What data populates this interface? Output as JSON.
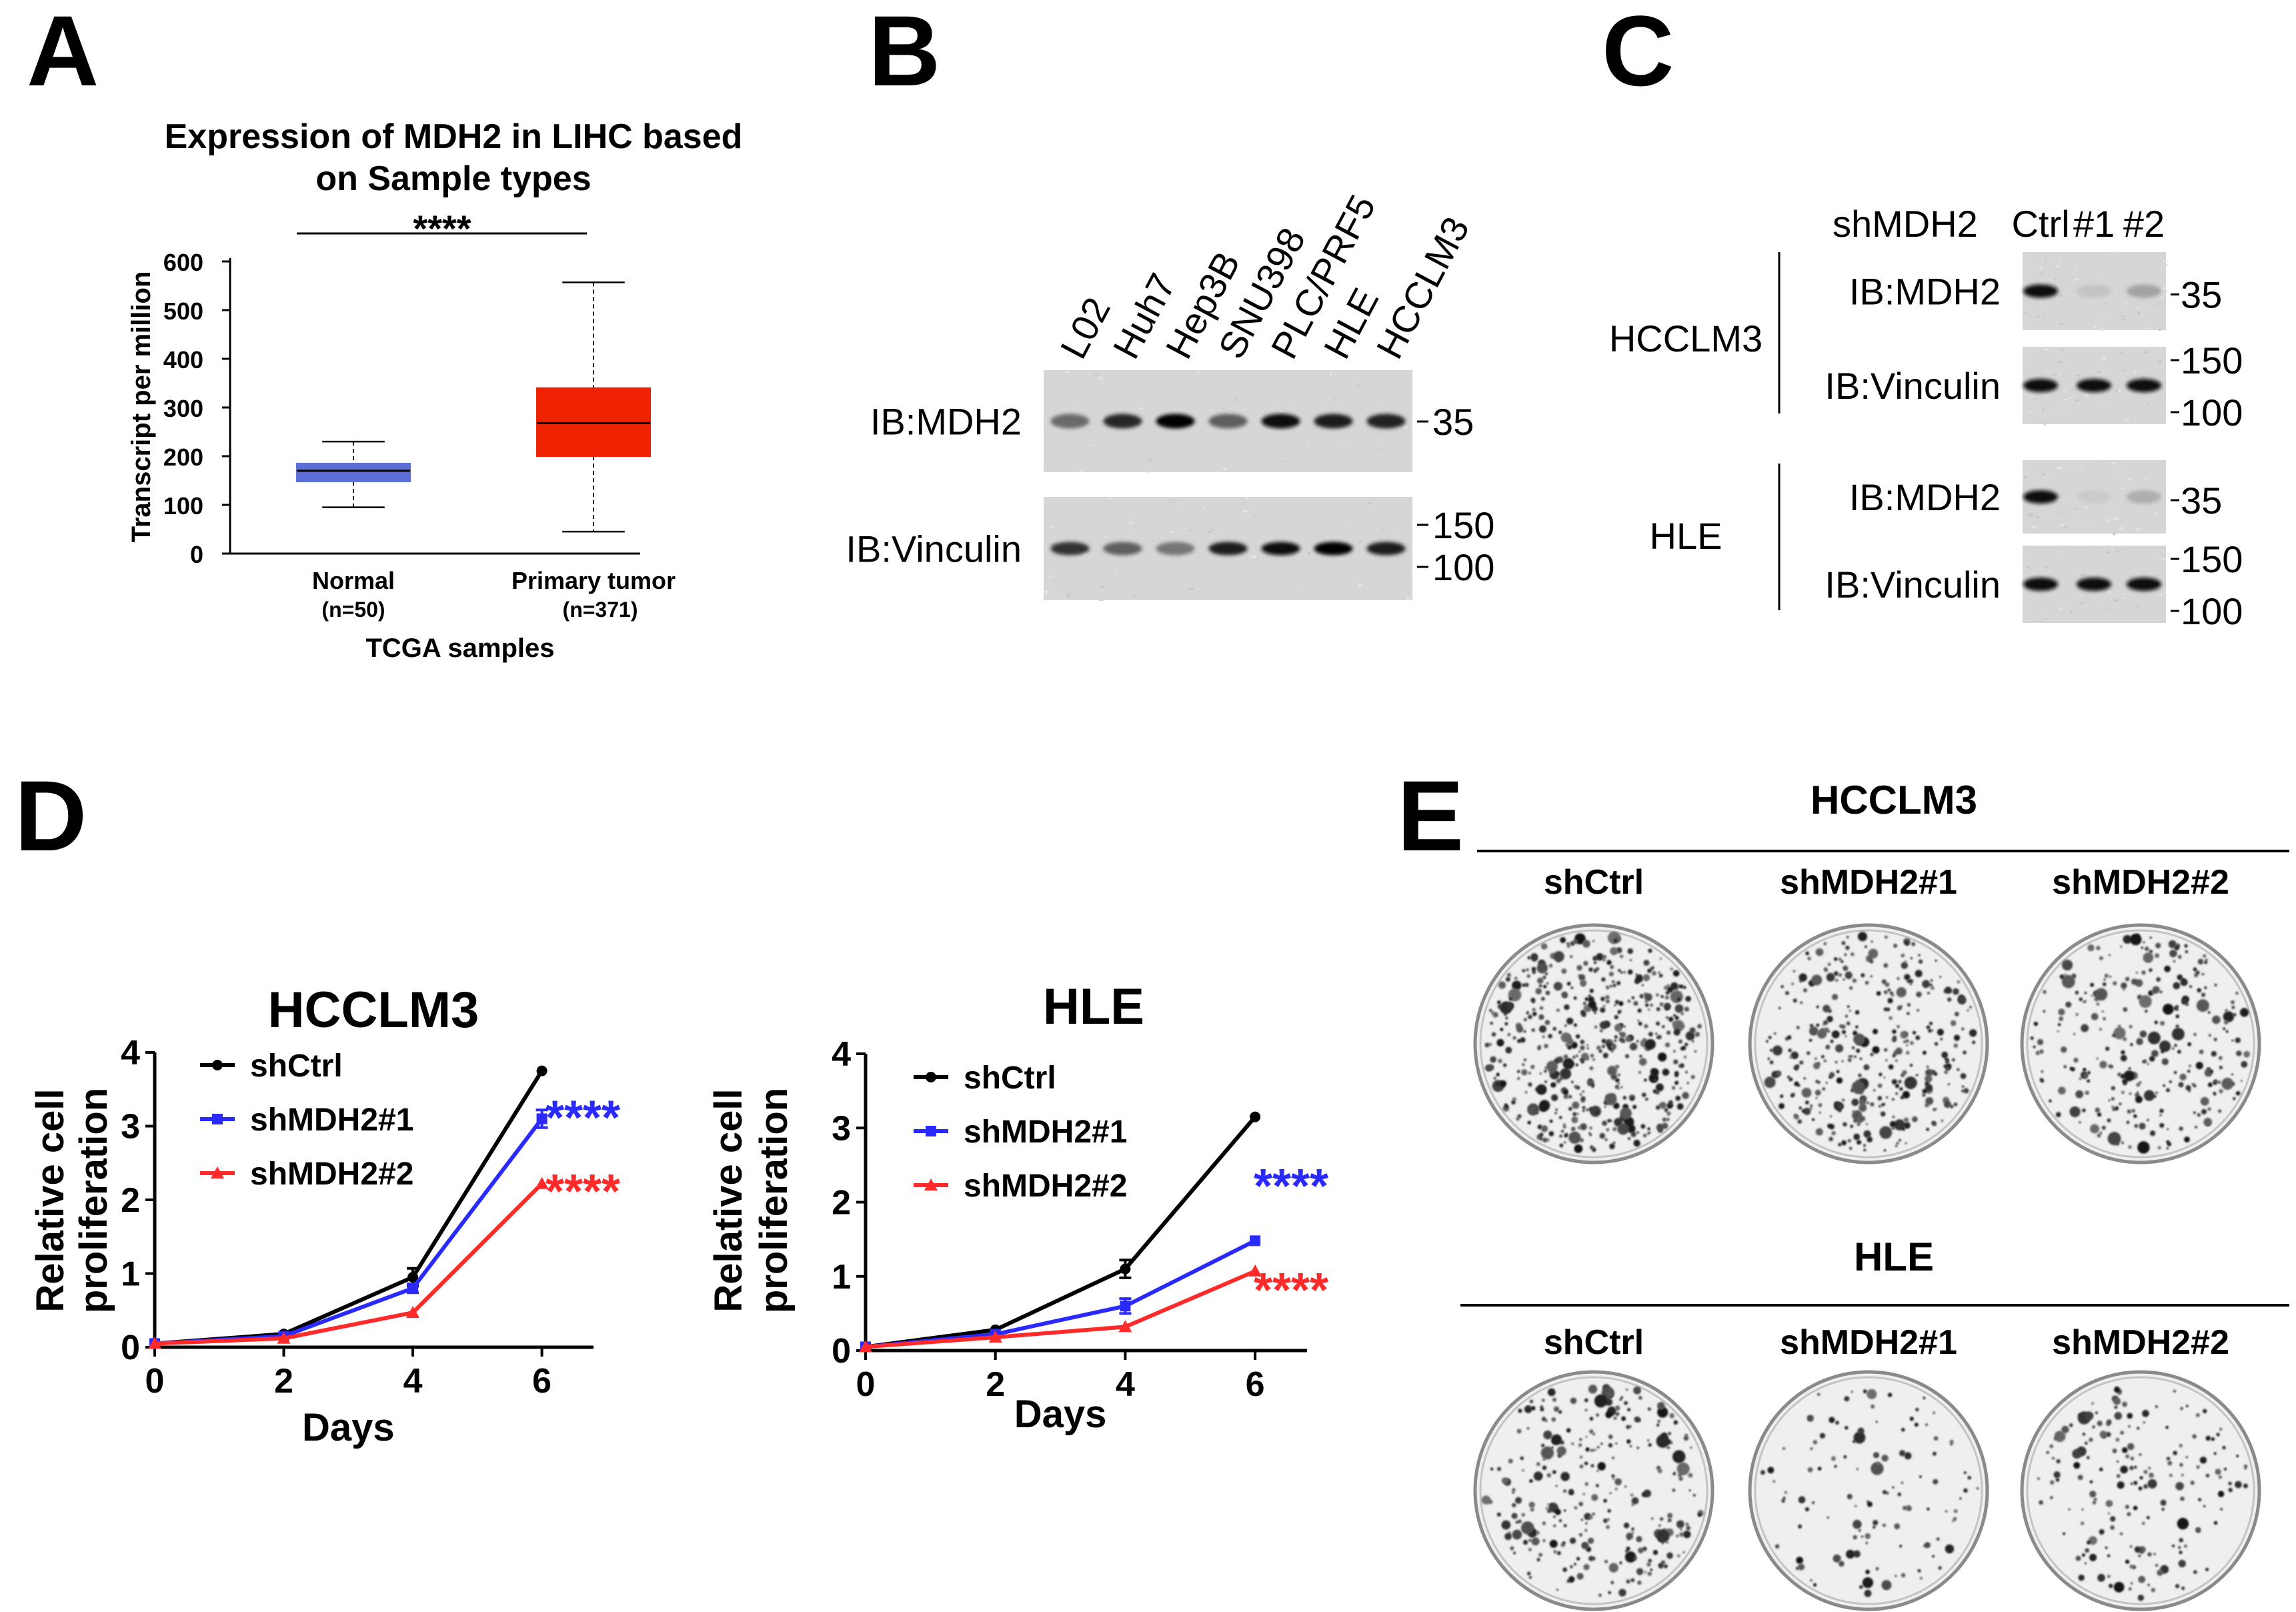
{
  "panels": {
    "A": {
      "letter": "A",
      "title_line1": "Expression of MDH2 in LIHC based",
      "title_line2": "on Sample types",
      "significance": "****",
      "chart_data": {
        "type": "box",
        "ylabel": "Transcript per million",
        "xlabel": "TCGA samples",
        "ylim": [
          0,
          600
        ],
        "yticks": [
          "0",
          "100",
          "200",
          "300",
          "400",
          "500",
          "600"
        ],
        "groups": [
          {
            "name": "Normal",
            "n_label": "(n=50)",
            "color": "#5b6fd6",
            "min": 95,
            "q1": 148,
            "median": 170,
            "q3": 185,
            "max": 230
          },
          {
            "name": "Primary tumor",
            "n_label": "(n=371)",
            "color": "#ee2200",
            "min": 45,
            "q1": 200,
            "median": 268,
            "q3": 340,
            "max": 557
          }
        ]
      }
    },
    "B": {
      "letter": "B",
      "lanes": [
        "L02",
        "Huh7",
        "Hep3B",
        "SNU398",
        "PLC/PRF5",
        "HLE",
        "HCCLM3"
      ],
      "rows": [
        {
          "label": "IB:MDH2",
          "markers": [
            "35"
          ],
          "intensities": [
            0.55,
            0.85,
            1.0,
            0.6,
            0.95,
            0.9,
            0.88
          ]
        },
        {
          "label": "IB:Vinculin",
          "markers": [
            "150",
            "100"
          ],
          "intensities": [
            0.8,
            0.6,
            0.5,
            0.9,
            0.95,
            1.0,
            0.9
          ]
        }
      ]
    },
    "C": {
      "letter": "C",
      "header": "shMDH2",
      "lanes": [
        "Ctrl",
        "#1",
        "#2"
      ],
      "groups": [
        {
          "cell_line": "HCCLM3",
          "rows": [
            {
              "label": "IB:MDH2",
              "markers": [
                "35"
              ],
              "intensities": [
                0.95,
                0.15,
                0.3
              ]
            },
            {
              "label": "IB:Vinculin",
              "markers": [
                "150",
                "100"
              ],
              "intensities": [
                0.95,
                0.95,
                0.95
              ]
            }
          ]
        },
        {
          "cell_line": "HLE",
          "rows": [
            {
              "label": "IB:MDH2",
              "markers": [
                "35"
              ],
              "intensities": [
                0.95,
                0.12,
                0.25
              ]
            },
            {
              "label": "IB:Vinculin",
              "markers": [
                "150",
                "100"
              ],
              "intensities": [
                0.95,
                0.95,
                0.95
              ]
            }
          ]
        }
      ]
    },
    "D": {
      "letter": "D",
      "chart_data": [
        {
          "type": "line",
          "title": "HCCLM3",
          "xlabel": "Days",
          "ylabel": "Relative cell proliferation",
          "ylabel_line1": "Relative cell",
          "ylabel_line2": "proliferation",
          "x": [
            0,
            2,
            4,
            6
          ],
          "xlim": [
            0,
            6.8
          ],
          "ylim": [
            0,
            4
          ],
          "xticks": [
            "0",
            "2",
            "4",
            "6"
          ],
          "yticks": [
            "0",
            "1",
            "2",
            "3",
            "4"
          ],
          "series": [
            {
              "name": "shCtrl",
              "color": "#000000",
              "marker": "circle",
              "values": [
                0.05,
                0.18,
                0.95,
                3.75
              ],
              "errors": [
                0.02,
                0.03,
                0.12,
                0.03
              ]
            },
            {
              "name": "shMDH2#1",
              "color": "#2a2aff",
              "marker": "square",
              "values": [
                0.05,
                0.15,
                0.8,
                3.1
              ],
              "errors": [
                0.02,
                0.03,
                0.06,
                0.12
              ]
            },
            {
              "name": "shMDH2#2",
              "color": "#ff2a2a",
              "marker": "triangle",
              "values": [
                0.05,
                0.12,
                0.47,
                2.22
              ],
              "errors": [
                0.02,
                0.02,
                0.03,
                0.03
              ]
            }
          ],
          "annotations": [
            {
              "text": "****",
              "color": "#2a2aff",
              "y": 3.2
            },
            {
              "text": "****",
              "color": "#ff2a2a",
              "y": 2.2
            }
          ]
        },
        {
          "type": "line",
          "title": "HLE",
          "xlabel": "Days",
          "ylabel": "Relative cell proliferation",
          "ylabel_line1": "Relative cell",
          "ylabel_line2": "proliferation",
          "x": [
            0,
            2,
            4,
            6
          ],
          "xlim": [
            0,
            6.8
          ],
          "ylim": [
            0,
            4
          ],
          "xticks": [
            "0",
            "2",
            "4",
            "6"
          ],
          "yticks": [
            "0",
            "1",
            "2",
            "3",
            "4"
          ],
          "series": [
            {
              "name": "shCtrl",
              "color": "#000000",
              "marker": "circle",
              "values": [
                0.05,
                0.28,
                1.1,
                3.15
              ],
              "errors": [
                0.02,
                0.03,
                0.12,
                0.03
              ]
            },
            {
              "name": "shMDH2#1",
              "color": "#2a2aff",
              "marker": "square",
              "values": [
                0.05,
                0.22,
                0.6,
                1.48
              ],
              "errors": [
                0.02,
                0.03,
                0.1,
                0.04
              ]
            },
            {
              "name": "shMDH2#2",
              "color": "#ff2a2a",
              "marker": "triangle",
              "values": [
                0.05,
                0.18,
                0.32,
                1.07
              ],
              "errors": [
                0.02,
                0.02,
                0.03,
                0.03
              ]
            }
          ],
          "annotations": [
            {
              "text": "****",
              "color": "#2a2aff",
              "y": 2.3
            },
            {
              "text": "****",
              "color": "#ff2a2a",
              "y": 0.9
            }
          ]
        }
      ]
    },
    "E": {
      "letter": "E",
      "groups": [
        {
          "cell_line": "HCCLM3",
          "wells": [
            {
              "label": "shCtrl",
              "density": 1.0
            },
            {
              "label": "shMDH2#1",
              "density": 0.7
            },
            {
              "label": "shMDH2#2",
              "density": 0.55
            }
          ]
        },
        {
          "cell_line": "HLE",
          "wells": [
            {
              "label": "shCtrl",
              "density": 0.55
            },
            {
              "label": "shMDH2#1",
              "density": 0.22
            },
            {
              "label": "shMDH2#2",
              "density": 0.35
            }
          ]
        }
      ]
    }
  }
}
